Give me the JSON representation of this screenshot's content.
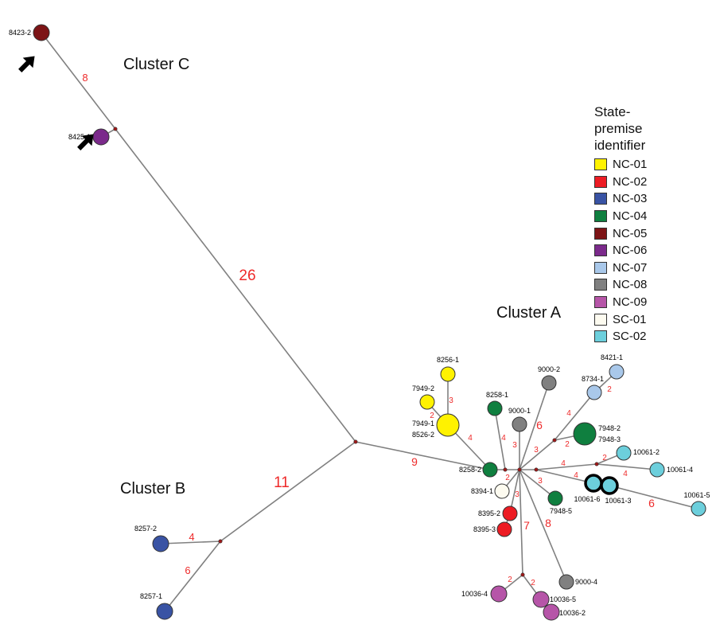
{
  "clusters": {
    "a": "Cluster A",
    "b": "Cluster B",
    "c": "Cluster C"
  },
  "legend": {
    "title": [
      "State-",
      "premise",
      "identifier"
    ],
    "items": [
      {
        "label": "NC-01",
        "color": "#fff200"
      },
      {
        "label": "NC-02",
        "color": "#ed1c24"
      },
      {
        "label": "NC-03",
        "color": "#3953a4"
      },
      {
        "label": "NC-04",
        "color": "#0f7f3f"
      },
      {
        "label": "NC-05",
        "color": "#7d1416"
      },
      {
        "label": "NC-06",
        "color": "#7b2a8b"
      },
      {
        "label": "NC-07",
        "color": "#a9c8ea"
      },
      {
        "label": "NC-08",
        "color": "#808080"
      },
      {
        "label": "NC-09",
        "color": "#b655a8"
      },
      {
        "label": "SC-01",
        "color": "#fdfbf0"
      },
      {
        "label": "SC-02",
        "color": "#6ccfdc"
      }
    ]
  },
  "nodes": [
    {
      "id": "n8423-2",
      "labels": [
        "8423-2"
      ],
      "group": "NC-05"
    },
    {
      "id": "n8425-1",
      "labels": [
        "8425-1"
      ],
      "group": "NC-06"
    },
    {
      "id": "n8257-2",
      "labels": [
        "8257-2"
      ],
      "group": "NC-03"
    },
    {
      "id": "n8257-1",
      "labels": [
        "8257-1"
      ],
      "group": "NC-03"
    },
    {
      "id": "n8256-1",
      "labels": [
        "8256-1"
      ],
      "group": "NC-01"
    },
    {
      "id": "n7949-2",
      "labels": [
        "7949-2"
      ],
      "group": "NC-01"
    },
    {
      "id": "n7949-1",
      "labels": [
        "7949-1",
        "8526-2"
      ],
      "group": "NC-01"
    },
    {
      "id": "n8258-1",
      "labels": [
        "8258-1"
      ],
      "group": "NC-04"
    },
    {
      "id": "n9000-1",
      "labels": [
        "9000-1"
      ],
      "group": "NC-08"
    },
    {
      "id": "n9000-2",
      "labels": [
        "9000-2"
      ],
      "group": "NC-08"
    },
    {
      "id": "n8734-1",
      "labels": [
        "8734-1"
      ],
      "group": "NC-07"
    },
    {
      "id": "n8421-1",
      "labels": [
        "8421-1"
      ],
      "group": "NC-07"
    },
    {
      "id": "n7948-2",
      "labels": [
        "7948-2",
        "7948-3"
      ],
      "group": "NC-04"
    },
    {
      "id": "n10061-2",
      "labels": [
        "10061-2"
      ],
      "group": "SC-02"
    },
    {
      "id": "n10061-4",
      "labels": [
        "10061-4"
      ],
      "group": "SC-02"
    },
    {
      "id": "n10061-6",
      "labels": [
        "10061-6"
      ],
      "group": "SC-02"
    },
    {
      "id": "n10061-3",
      "labels": [
        "10061-3"
      ],
      "group": "SC-02"
    },
    {
      "id": "n10061-5",
      "labels": [
        "10061-5"
      ],
      "group": "SC-02"
    },
    {
      "id": "n8258-2",
      "labels": [
        "8258-2"
      ],
      "group": "NC-04"
    },
    {
      "id": "n8394-1",
      "labels": [
        "8394-1"
      ],
      "group": "SC-01"
    },
    {
      "id": "n8395-2",
      "labels": [
        "8395-2"
      ],
      "group": "NC-02"
    },
    {
      "id": "n8395-3",
      "labels": [
        "8395-3"
      ],
      "group": "NC-02"
    },
    {
      "id": "n7948-5",
      "labels": [
        "7948-5"
      ],
      "group": "NC-04"
    },
    {
      "id": "n9000-4",
      "labels": [
        "9000-4"
      ],
      "group": "NC-08"
    },
    {
      "id": "n10036-4",
      "labels": [
        "10036-4"
      ],
      "group": "NC-09"
    },
    {
      "id": "n10036-5",
      "labels": [
        "10036-5"
      ],
      "group": "NC-09"
    },
    {
      "id": "n10036-2",
      "labels": [
        "10036-2"
      ],
      "group": "NC-09"
    }
  ],
  "edges": [
    {
      "from": "n8423-2",
      "to": "jC",
      "weight": "8"
    },
    {
      "from": "n8425-1",
      "to": "jC",
      "weight": ""
    },
    {
      "from": "jC",
      "to": "jRoot",
      "weight": "26"
    },
    {
      "from": "jRoot",
      "to": "jB",
      "weight": "11"
    },
    {
      "from": "jB",
      "to": "n8257-2",
      "weight": "4"
    },
    {
      "from": "jB",
      "to": "n8257-1",
      "weight": "6"
    },
    {
      "from": "jRoot",
      "to": "n8258-2",
      "weight": "9"
    },
    {
      "from": "n8258-2",
      "to": "n7949-1",
      "weight": "4"
    },
    {
      "from": "n7949-1",
      "to": "n8256-1",
      "weight": "3"
    },
    {
      "from": "n7949-1",
      "to": "n7949-2",
      "weight": "2"
    },
    {
      "from": "n8258-2",
      "to": "jH1",
      "weight": ""
    },
    {
      "from": "jH1",
      "to": "n8258-1",
      "weight": "4"
    },
    {
      "from": "jH1",
      "to": "jHub",
      "weight": ""
    },
    {
      "from": "jHub",
      "to": "n9000-1",
      "weight": "3"
    },
    {
      "from": "jHub",
      "to": "n9000-2",
      "weight": "6"
    },
    {
      "from": "jHub",
      "to": "jN7",
      "weight": "3"
    },
    {
      "from": "jN7",
      "to": "n8734-1",
      "weight": "4"
    },
    {
      "from": "n8734-1",
      "to": "n8421-1",
      "weight": "2"
    },
    {
      "from": "jN7",
      "to": "n7948-2",
      "weight": "2"
    },
    {
      "from": "jHub",
      "to": "jH2",
      "weight": ""
    },
    {
      "from": "jH2",
      "to": "jS2",
      "weight": "4"
    },
    {
      "from": "jS2",
      "to": "n10061-2",
      "weight": "2"
    },
    {
      "from": "jS2",
      "to": "n10061-4",
      "weight": "4"
    },
    {
      "from": "jH2",
      "to": "n10061-6",
      "weight": "4"
    },
    {
      "from": "n10061-3",
      "to": "n10061-5",
      "weight": "6"
    },
    {
      "from": "jHub",
      "to": "n7948-5",
      "weight": "3"
    },
    {
      "from": "jHub",
      "to": "n8394-1",
      "weight": "2"
    },
    {
      "from": "jHub",
      "to": "n8395-2",
      "weight": "3"
    },
    {
      "from": "n8395-2",
      "to": "n8395-3",
      "weight": ""
    },
    {
      "from": "jHub",
      "to": "jN9",
      "weight": "7"
    },
    {
      "from": "jHub",
      "to": "n9000-4",
      "weight": "8"
    },
    {
      "from": "jN9",
      "to": "n10036-4",
      "weight": "2"
    },
    {
      "from": "jN9",
      "to": "n10036-5",
      "weight": "2"
    }
  ]
}
